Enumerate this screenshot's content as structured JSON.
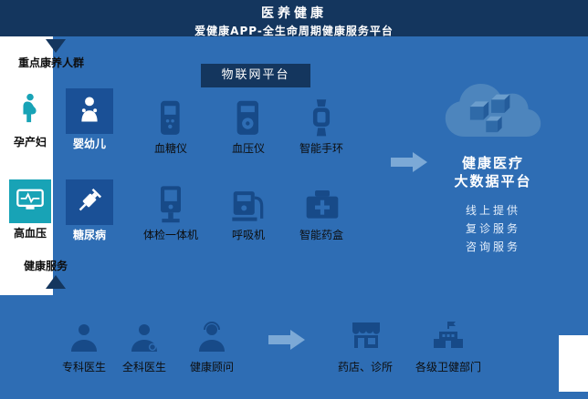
{
  "header": {
    "title": "医养健康",
    "subtitle": "爱健康APP-全生命周期健康服务平台"
  },
  "population": {
    "section_label": "重点康养人群",
    "bottom_label": "健康服务",
    "groups": [
      {
        "label": "孕产妇",
        "icon": "pregnant-woman-icon"
      },
      {
        "label": "婴幼儿",
        "icon": "baby-icon"
      },
      {
        "label": "高血压",
        "icon": "heart-monitor-icon"
      },
      {
        "label": "糖尿病",
        "icon": "syringe-icon"
      }
    ]
  },
  "iot": {
    "title": "物联网平台",
    "devices": [
      {
        "label": "血糖仪",
        "icon": "glucose-meter-icon"
      },
      {
        "label": "血压仪",
        "icon": "blood-pressure-monitor-icon"
      },
      {
        "label": "智能手环",
        "icon": "smart-band-icon"
      },
      {
        "label": "体检一体机",
        "icon": "checkup-kiosk-icon"
      },
      {
        "label": "呼吸机",
        "icon": "ventilator-icon"
      },
      {
        "label": "智能药盒",
        "icon": "smart-pillbox-icon"
      }
    ]
  },
  "platform": {
    "icon": "cloud-data-icon",
    "name_line1": "健康医疗",
    "name_line2": "大数据平台",
    "services": [
      "线上提供",
      "复诊服务",
      "咨询服务"
    ]
  },
  "service_chain": {
    "providers": [
      {
        "label": "专科医生",
        "icon": "doctor-icon"
      },
      {
        "label": "全科医生",
        "icon": "doctor-icon"
      },
      {
        "label": "健康顾问",
        "icon": "consultant-icon"
      }
    ],
    "destinations": [
      {
        "label": "药店、诊所",
        "icon": "pharmacy-store-icon"
      },
      {
        "label": "各级卫健部门",
        "icon": "government-building-icon"
      }
    ]
  },
  "colors": {
    "header_bg": "#14365e",
    "main_bg": "#2e6db4",
    "dark_tile": "#1a5096",
    "teal_tile": "#18a3b6",
    "device_icon": "#174a88",
    "cloud": "#4d85bd",
    "arrow": "#7ca9d6",
    "text_dark": "#0d0d0d",
    "text_light": "#ffffff"
  }
}
